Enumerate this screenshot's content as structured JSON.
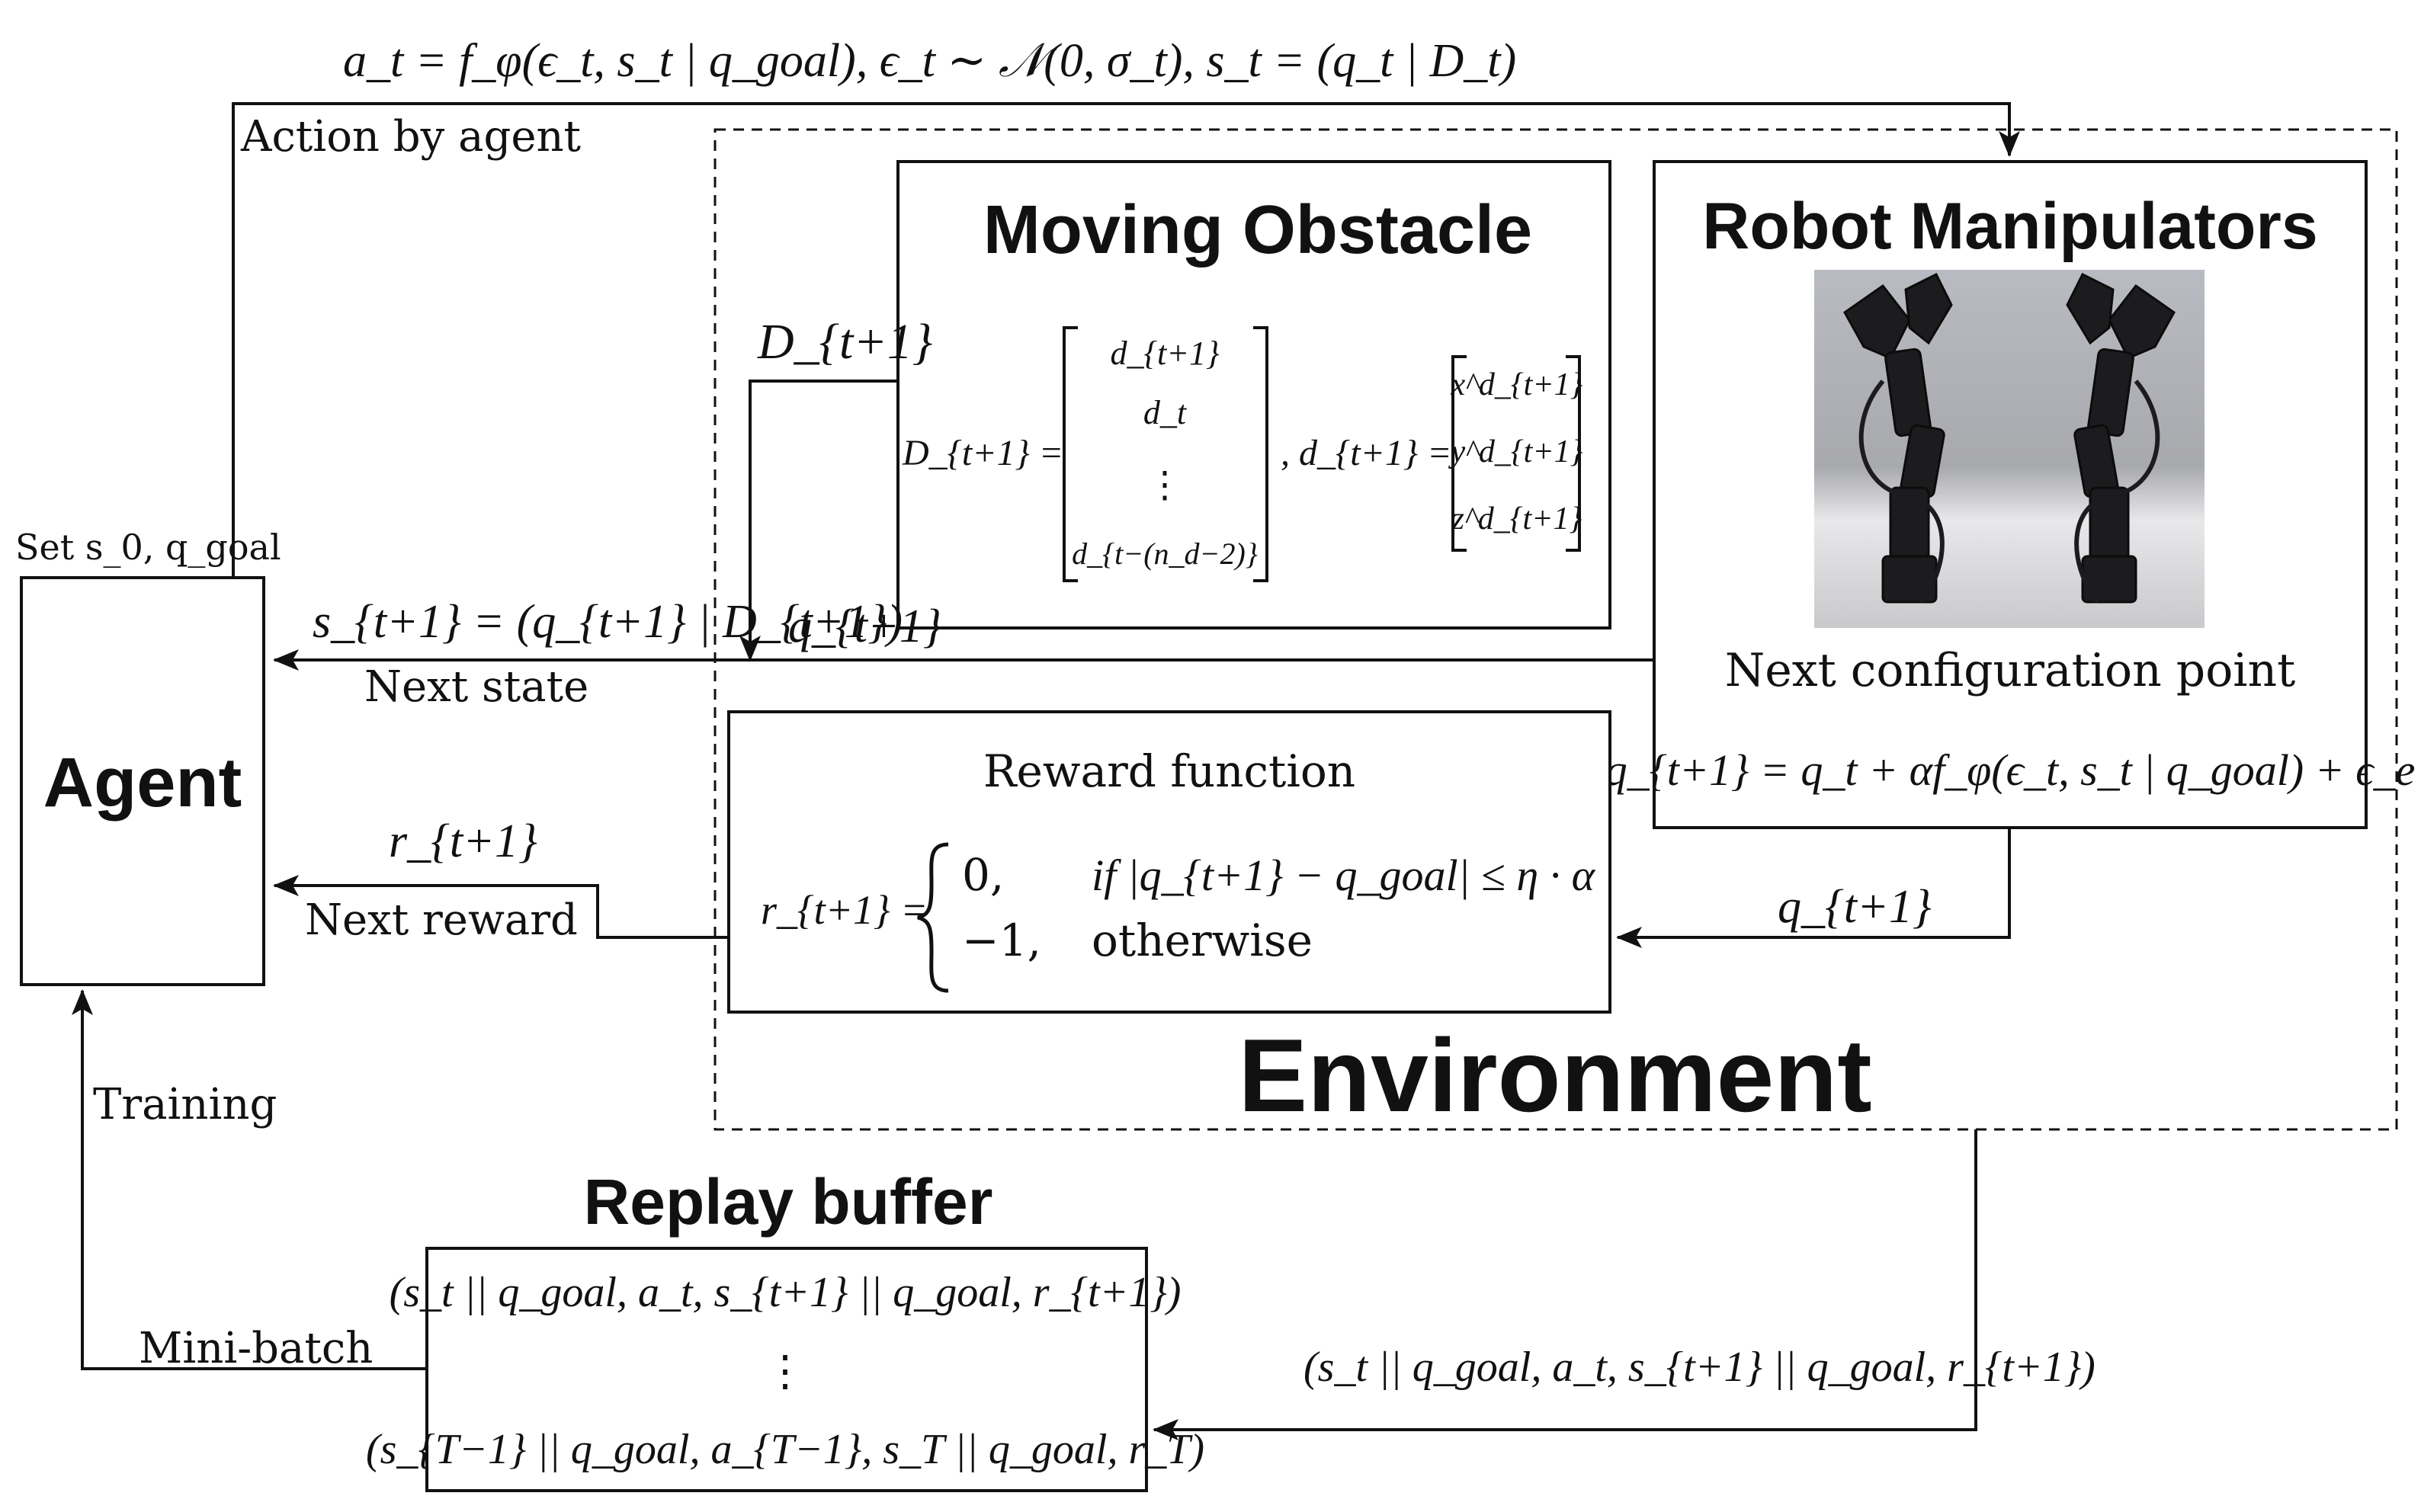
{
  "action": {
    "formula": "a_t = f_φ(ϵ_t, s_t | q_goal), ϵ_t ∼ 𝒩(0, σ_t), s_t = (q_t | D_t)",
    "label": "Action by agent"
  },
  "agent": {
    "title": "Agent",
    "set_label": "Set s_0, q_goal"
  },
  "moving_obstacle": {
    "title": "Moving Obstacle",
    "d_label": "D_{t+1}",
    "D_lhs": "D_{t+1} =",
    "D_entries": [
      "d_{t+1}",
      "d_t",
      "⋮",
      "d_{t−(n_d−2)}"
    ],
    "d_lhs": ", d_{t+1} =",
    "d_entries": [
      "x^d_{t+1}",
      "y^d_{t+1}",
      "z^d_{t+1}"
    ]
  },
  "robot": {
    "title": "Robot Manipulators",
    "next_config_label": "Next configuration point",
    "formula": "q_{t+1} = q_t + αf_φ(ϵ_t, s_t | q_goal) + ϵ_e"
  },
  "next_state": {
    "formula": "s_{t+1} = (q_{t+1} | D_{t+1})",
    "label": "Next state",
    "q_label": "q_{t+1}"
  },
  "reward": {
    "title": "Reward function",
    "lhs": "r_{t+1} =",
    "case1_value": "0,",
    "case1_cond": "if |q_{t+1} − q_goal| ≤ η · α",
    "case2_value": "−1,",
    "case2_cond": "otherwise",
    "r_label": "r_{t+1}",
    "next_reward_label": "Next reward",
    "q_label": "q_{t+1}"
  },
  "environment": {
    "title": "Environment"
  },
  "replay_buffer": {
    "title": "Replay buffer",
    "row1": "(s_t || q_goal, a_t, s_{t+1} || q_goal, r_{t+1})",
    "dots": "⋮",
    "row2": "(s_{T−1} || q_goal, a_{T−1}, s_T || q_goal, r_T)",
    "incoming": "(s_t || q_goal, a_t, s_{t+1} || q_goal, r_{t+1})"
  },
  "training_label": "Training",
  "minibatch_label": "Mini-batch"
}
